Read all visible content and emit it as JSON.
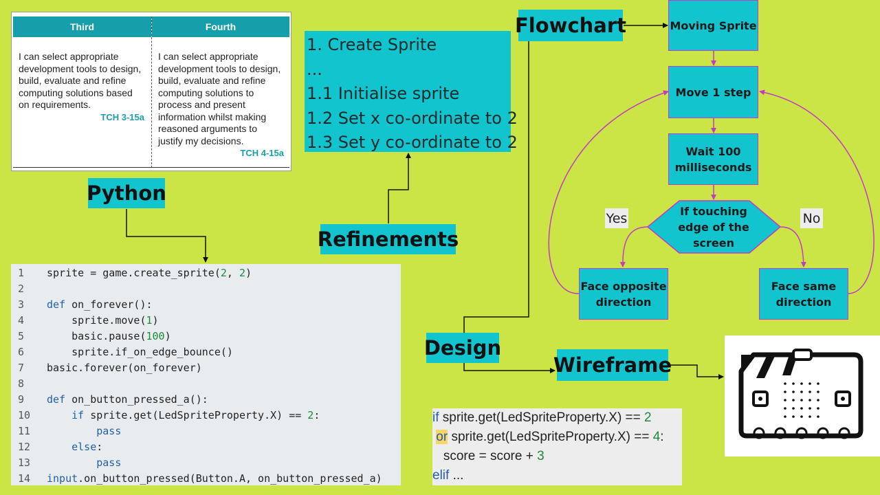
{
  "curriculum": {
    "headers": [
      "Third",
      "Fourth"
    ],
    "third": {
      "text": "I can select appropriate development tools to design, build, evaluate and refine computing solutions based on requirements.",
      "code": "TCH 3-15a"
    },
    "fourth": {
      "text": "I can select appropriate development tools to design, build, evaluate and refine computing solutions to process and present information whilst making reasoned arguments to justify my decisions.",
      "code": "TCH 4-15a"
    }
  },
  "labels": {
    "python": "Python",
    "refinements": "Refinements",
    "flowchart": "Flowchart",
    "design": "Design",
    "wireframe": "Wireframe"
  },
  "refinements": {
    "lines": [
      "1. Create Sprite",
      "...",
      "1.1 Initialise sprite",
      "1.2 Set x co-ordinate to 2",
      "1.3 Set y co-ordinate to 2"
    ]
  },
  "flowchart": {
    "moving_sprite": "Moving Sprite",
    "move": "Move 1 step",
    "wait": "Wait 100 milliseconds",
    "decision": "If touching edge of the screen",
    "yes": "Yes",
    "no": "No",
    "face_opposite": "Face opposite direction",
    "face_same": "Face same direction"
  },
  "python_code": {
    "line_numbers": [
      "1",
      "2",
      "3",
      "4",
      "5",
      "6",
      "7",
      "8",
      "9",
      "10",
      "11",
      "12",
      "13",
      "14"
    ],
    "lines": [
      [
        {
          "t": "sprite = game.create_sprite(",
          "c": ""
        },
        {
          "t": "2",
          "c": "nm"
        },
        {
          "t": ", ",
          "c": ""
        },
        {
          "t": "2",
          "c": "nm"
        },
        {
          "t": ")",
          "c": ""
        }
      ],
      [],
      [
        {
          "t": "def",
          "c": "kw"
        },
        {
          "t": " on_forever():",
          "c": ""
        }
      ],
      [
        {
          "t": "    sprite.move(",
          "c": ""
        },
        {
          "t": "1",
          "c": "nm"
        },
        {
          "t": ")",
          "c": ""
        }
      ],
      [
        {
          "t": "    basic.pause(",
          "c": ""
        },
        {
          "t": "100",
          "c": "nm"
        },
        {
          "t": ")",
          "c": ""
        }
      ],
      [
        {
          "t": "    sprite.if_on_edge_bounce()",
          "c": ""
        }
      ],
      [
        {
          "t": "basic.forever(on_forever)",
          "c": ""
        }
      ],
      [],
      [
        {
          "t": "def",
          "c": "kw"
        },
        {
          "t": " on_button_pressed_a():",
          "c": ""
        }
      ],
      [
        {
          "t": "    ",
          "c": ""
        },
        {
          "t": "if",
          "c": "kw"
        },
        {
          "t": " sprite.get(LedSpriteProperty.X) == ",
          "c": ""
        },
        {
          "t": "2",
          "c": "nm"
        },
        {
          "t": ":",
          "c": ""
        }
      ],
      [
        {
          "t": "        ",
          "c": ""
        },
        {
          "t": "pass",
          "c": "kw"
        }
      ],
      [
        {
          "t": "    ",
          "c": ""
        },
        {
          "t": "else",
          "c": "kw"
        },
        {
          "t": ":",
          "c": ""
        }
      ],
      [
        {
          "t": "        ",
          "c": ""
        },
        {
          "t": "pass",
          "c": "kw"
        }
      ],
      [
        {
          "t": "input",
          "c": "kw"
        },
        {
          "t": ".on_button_pressed(Button.A, on_button_pressed_a)",
          "c": ""
        }
      ]
    ]
  },
  "snippet": {
    "lines": [
      [
        {
          "t": "if",
          "c": "skw"
        },
        {
          "t": " sprite.get(LedSpriteProperty.X) == ",
          "c": ""
        },
        {
          "t": "2",
          "c": "snum"
        }
      ],
      [
        {
          "t": " ",
          "c": ""
        },
        {
          "t": "or",
          "c": "skw hl"
        },
        {
          "t": " sprite.get(LedSpriteProperty.X) == ",
          "c": ""
        },
        {
          "t": "4",
          "c": "snum"
        },
        {
          "t": ":",
          "c": ""
        }
      ],
      [
        {
          "t": "   score = score + ",
          "c": ""
        },
        {
          "t": "3",
          "c": "snum"
        }
      ],
      [
        {
          "t": "elif",
          "c": "skw"
        },
        {
          "t": " ...",
          "c": ""
        }
      ]
    ]
  },
  "colors": {
    "background": "#cce546",
    "box_fill": "#12c4ce",
    "flow_border": "#c23bc2",
    "table_header": "#169eaa"
  }
}
